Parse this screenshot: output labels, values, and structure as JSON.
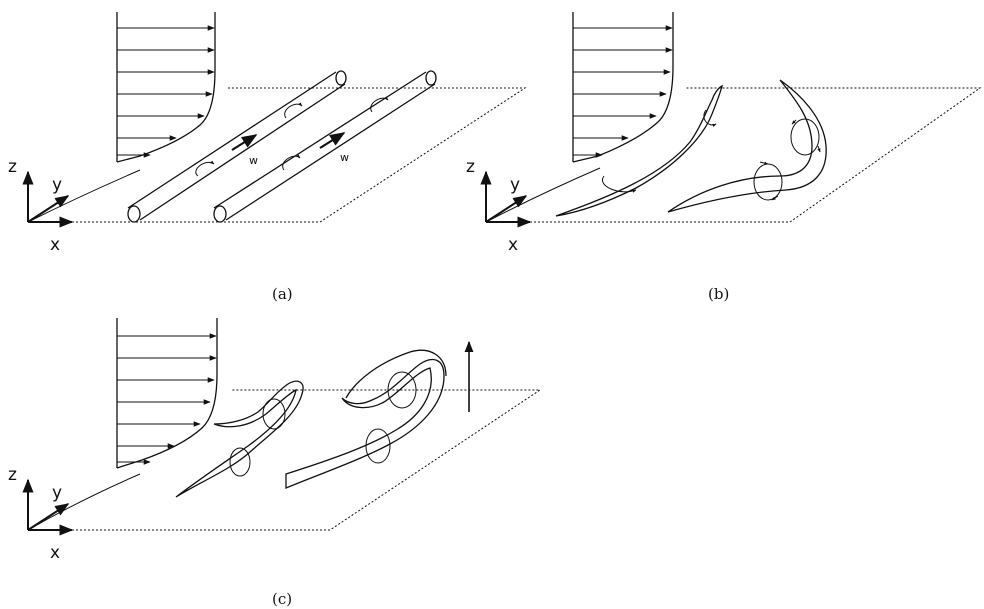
{
  "panels": [
    {
      "id": "a",
      "caption": "(a)",
      "axes": {
        "z": "z",
        "y": "y",
        "x": "x"
      },
      "vector_labels": [
        "w",
        "w"
      ]
    },
    {
      "id": "b",
      "caption": "(b)",
      "axes": {
        "z": "z",
        "y": "y",
        "x": "x"
      }
    },
    {
      "id": "c",
      "caption": "(c)",
      "axes": {
        "z": "z",
        "y": "y",
        "x": "x"
      }
    }
  ],
  "colors": {
    "line": "#111111",
    "background": "#ffffff"
  }
}
